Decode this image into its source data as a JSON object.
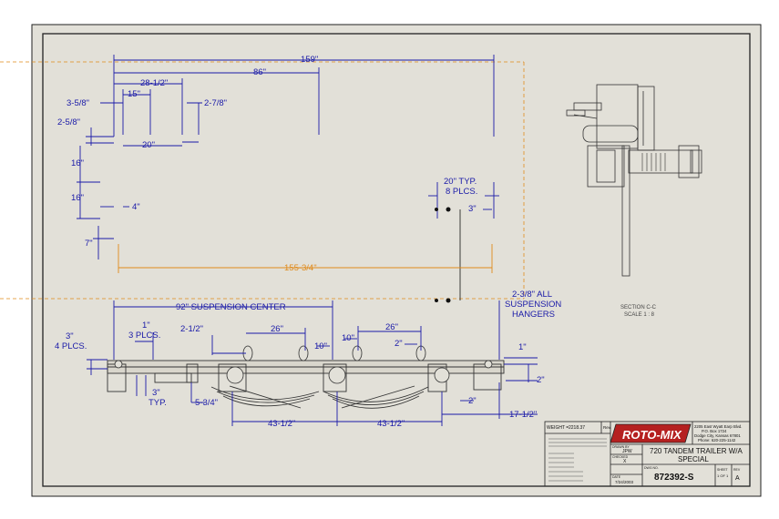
{
  "drawing": {
    "dims_top": {
      "overall": "159\"",
      "d86": "86\"",
      "d28_half": "28-1/2\"",
      "d15": "15\"",
      "d3_5_8": "3-5/8\"",
      "d2_7_8": "2-7/8\"",
      "d2_5_8": "2-5/8\"",
      "d20": "20\"",
      "d16a": "16\"",
      "d16b": "16\"",
      "d4": "4\"",
      "d7": "7\"",
      "d20typ": "20\" TYP.",
      "plcs8": "8 PLCS.",
      "d3": "3\"",
      "d155": "155-3/4\""
    },
    "dims_side": {
      "susp_center": "92\" SUSPENSION CENTER",
      "all_hangers_1": "2-3/8\" ALL",
      "all_hangers_2": "SUSPENSION",
      "all_hangers_3": "HANGERS",
      "d1": "1\"",
      "plcs3": "3 PLCS.",
      "d2_half": "2-1/2\"",
      "d26a": "26\"",
      "d26b": "26\"",
      "d10a": "10\"",
      "d10b": "10\"",
      "d2a": "2\"",
      "d3in": "3\"",
      "plcs4": "4 PLCS.",
      "d1b": "1\"",
      "d2b": "2\"",
      "d3typ": "3\"",
      "typ": "TYP.",
      "d5_3_4": "5-3/4\"",
      "d43a": "43-1/2\"",
      "d43b": "43-1/2\"",
      "d2c": "2\"",
      "d17": "17-1/2\""
    },
    "section": {
      "label": "SECTION C-C",
      "scale": "SCALE 1 : 8"
    }
  },
  "title_block": {
    "weight_label": "WEIGHT =",
    "weight_value": "2218.37",
    "rev_col": "Rev.",
    "logo": "ROTO-MIX",
    "company_lines": [
      "2205 East Wyatt Earp Blvd.",
      "P.O. Box 1724",
      "Dodge City, Kansas 67801",
      "Phone: 620-225-1142"
    ],
    "title_line1": "720 TANDEM TRAILER W/A",
    "title_line2": "SPECIAL",
    "drawn_by_label": "DRAWN BY",
    "drawn_by": "JPW",
    "checked_label": "CHECKED",
    "checked": "X",
    "date_label": "DATE",
    "date": "7/24/2003",
    "dwg_no_label": "DWG NO.",
    "dwg_no": "872392-S",
    "sheet_label": "SHEET",
    "sheet": "1 OF 1",
    "rev_label": "REV",
    "rev": "A"
  },
  "colors": {
    "dimension": "#1a1aa8",
    "highlight": "#e08a1a",
    "paper": "#e2e0d8",
    "line": "#333333"
  }
}
